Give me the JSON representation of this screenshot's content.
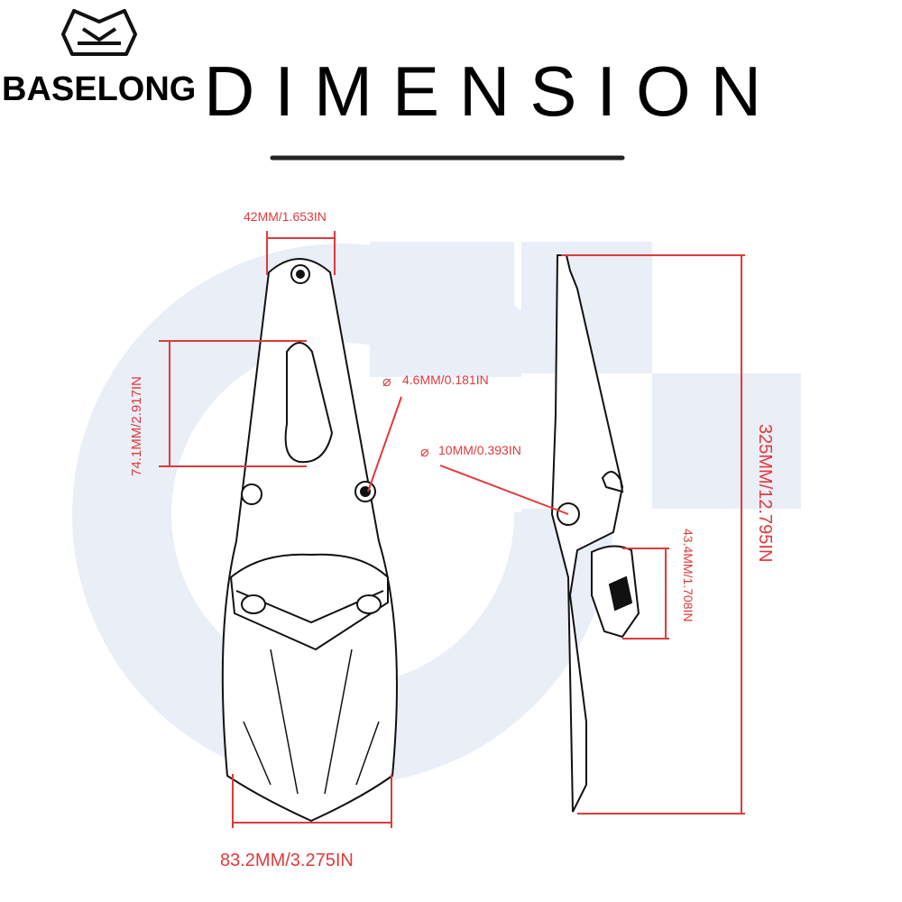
{
  "brand": {
    "name": "BASELONG",
    "logo_icon": "baselong-crown-logo"
  },
  "heading": "DIMENSION",
  "colors": {
    "dimension": "#e03a3a",
    "outline": "#111111",
    "background_pattern": "#e9eef7"
  },
  "dimensions": {
    "top_width": "42MM/1.653IN",
    "slot_height": "74.1MM/2.917IN",
    "small_hole": "4.6MM/0.181IN",
    "large_hole": "10MM/0.393IN",
    "total_length": "325MM/12.795IN",
    "bracket_height": "43.4MM/1.708IN",
    "bottom_width": "83.2MM/3.275IN"
  },
  "symbols": {
    "diameter": "⌀"
  }
}
